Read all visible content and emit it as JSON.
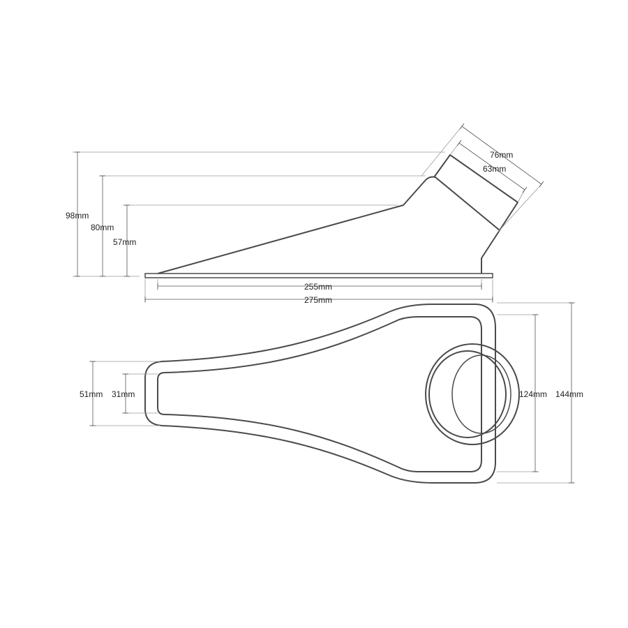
{
  "side_view": {
    "height_overall": "98mm",
    "height_outlet": "80mm",
    "height_ramp": "57mm",
    "outlet_outer_dia": "76mm",
    "outlet_inner_dia": "63mm",
    "base_inner_length": "255mm",
    "base_overall_length": "275mm"
  },
  "top_view": {
    "nose_outer_width": "51mm",
    "nose_inner_width": "31mm",
    "body_inner_width": "124mm",
    "body_outer_width": "144mm"
  },
  "colors": {
    "outline": "#4a4a4a",
    "dimension": "#555555",
    "extension": "#9a9a9a",
    "text": "#222222"
  }
}
